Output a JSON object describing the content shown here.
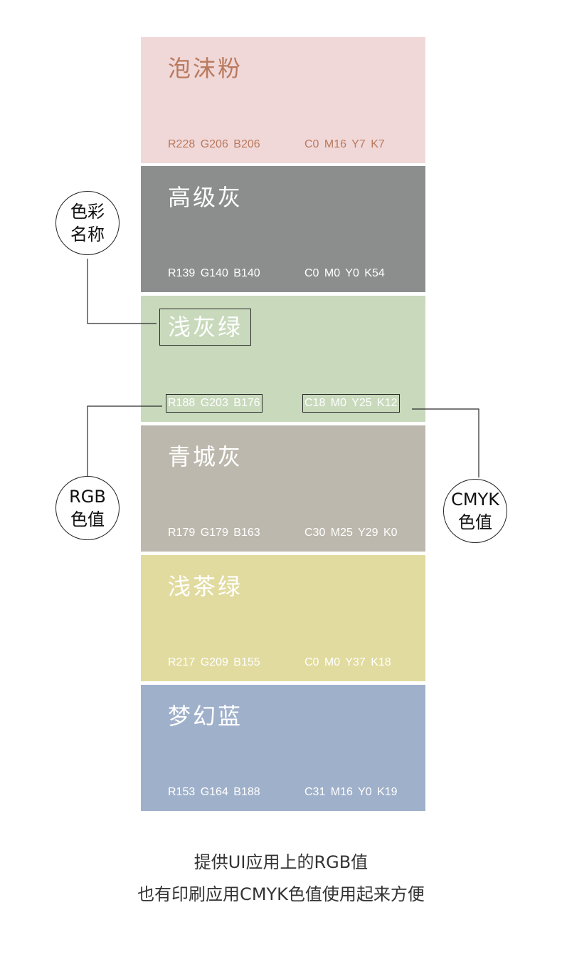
{
  "swatches": [
    {
      "name": "泡沫粉",
      "rgb": "R228  G206  B206",
      "cmyk": "C0  M16  Y7  K7",
      "bg": "#f1d8d8",
      "text": "#b87a5e"
    },
    {
      "name": "高级灰",
      "rgb": "R139  G140  B140",
      "cmyk": "C0  M0  Y0  K54",
      "bg": "#8c8d8d",
      "text": "#ffffff"
    },
    {
      "name": "浅灰绿",
      "rgb": "R188  G203  B176",
      "cmyk": "C18  M0 Y25  K12",
      "bg": "#c8d9bc",
      "text": "#ffffff"
    },
    {
      "name": "青城灰",
      "rgb": "R179  G179  B163",
      "cmyk": "C30  M25  Y29  K0",
      "bg": "#bdb8ad",
      "text": "#ffffff"
    },
    {
      "name": "浅茶绿",
      "rgb": "R217  G209  B155",
      "cmyk": "C0  M0  Y37  K18",
      "bg": "#e1db9f",
      "text": "#ffffff"
    },
    {
      "name": "梦幻蓝",
      "rgb": "R153  G164  B188",
      "cmyk": "C31  M16  Y0  K19",
      "bg": "#9fb0ca",
      "text": "#ffffff"
    }
  ],
  "callouts": {
    "color_name": {
      "line1": "色彩",
      "line2": "名称"
    },
    "rgb": {
      "line1": "RGB",
      "line2": "色值"
    },
    "cmyk": {
      "line1": "CMYK",
      "line2": "色值"
    }
  },
  "footer": {
    "line1": "提供UI应用上的RGB值",
    "line2": "也有印刷应用CMYK色值使用起来方便"
  }
}
